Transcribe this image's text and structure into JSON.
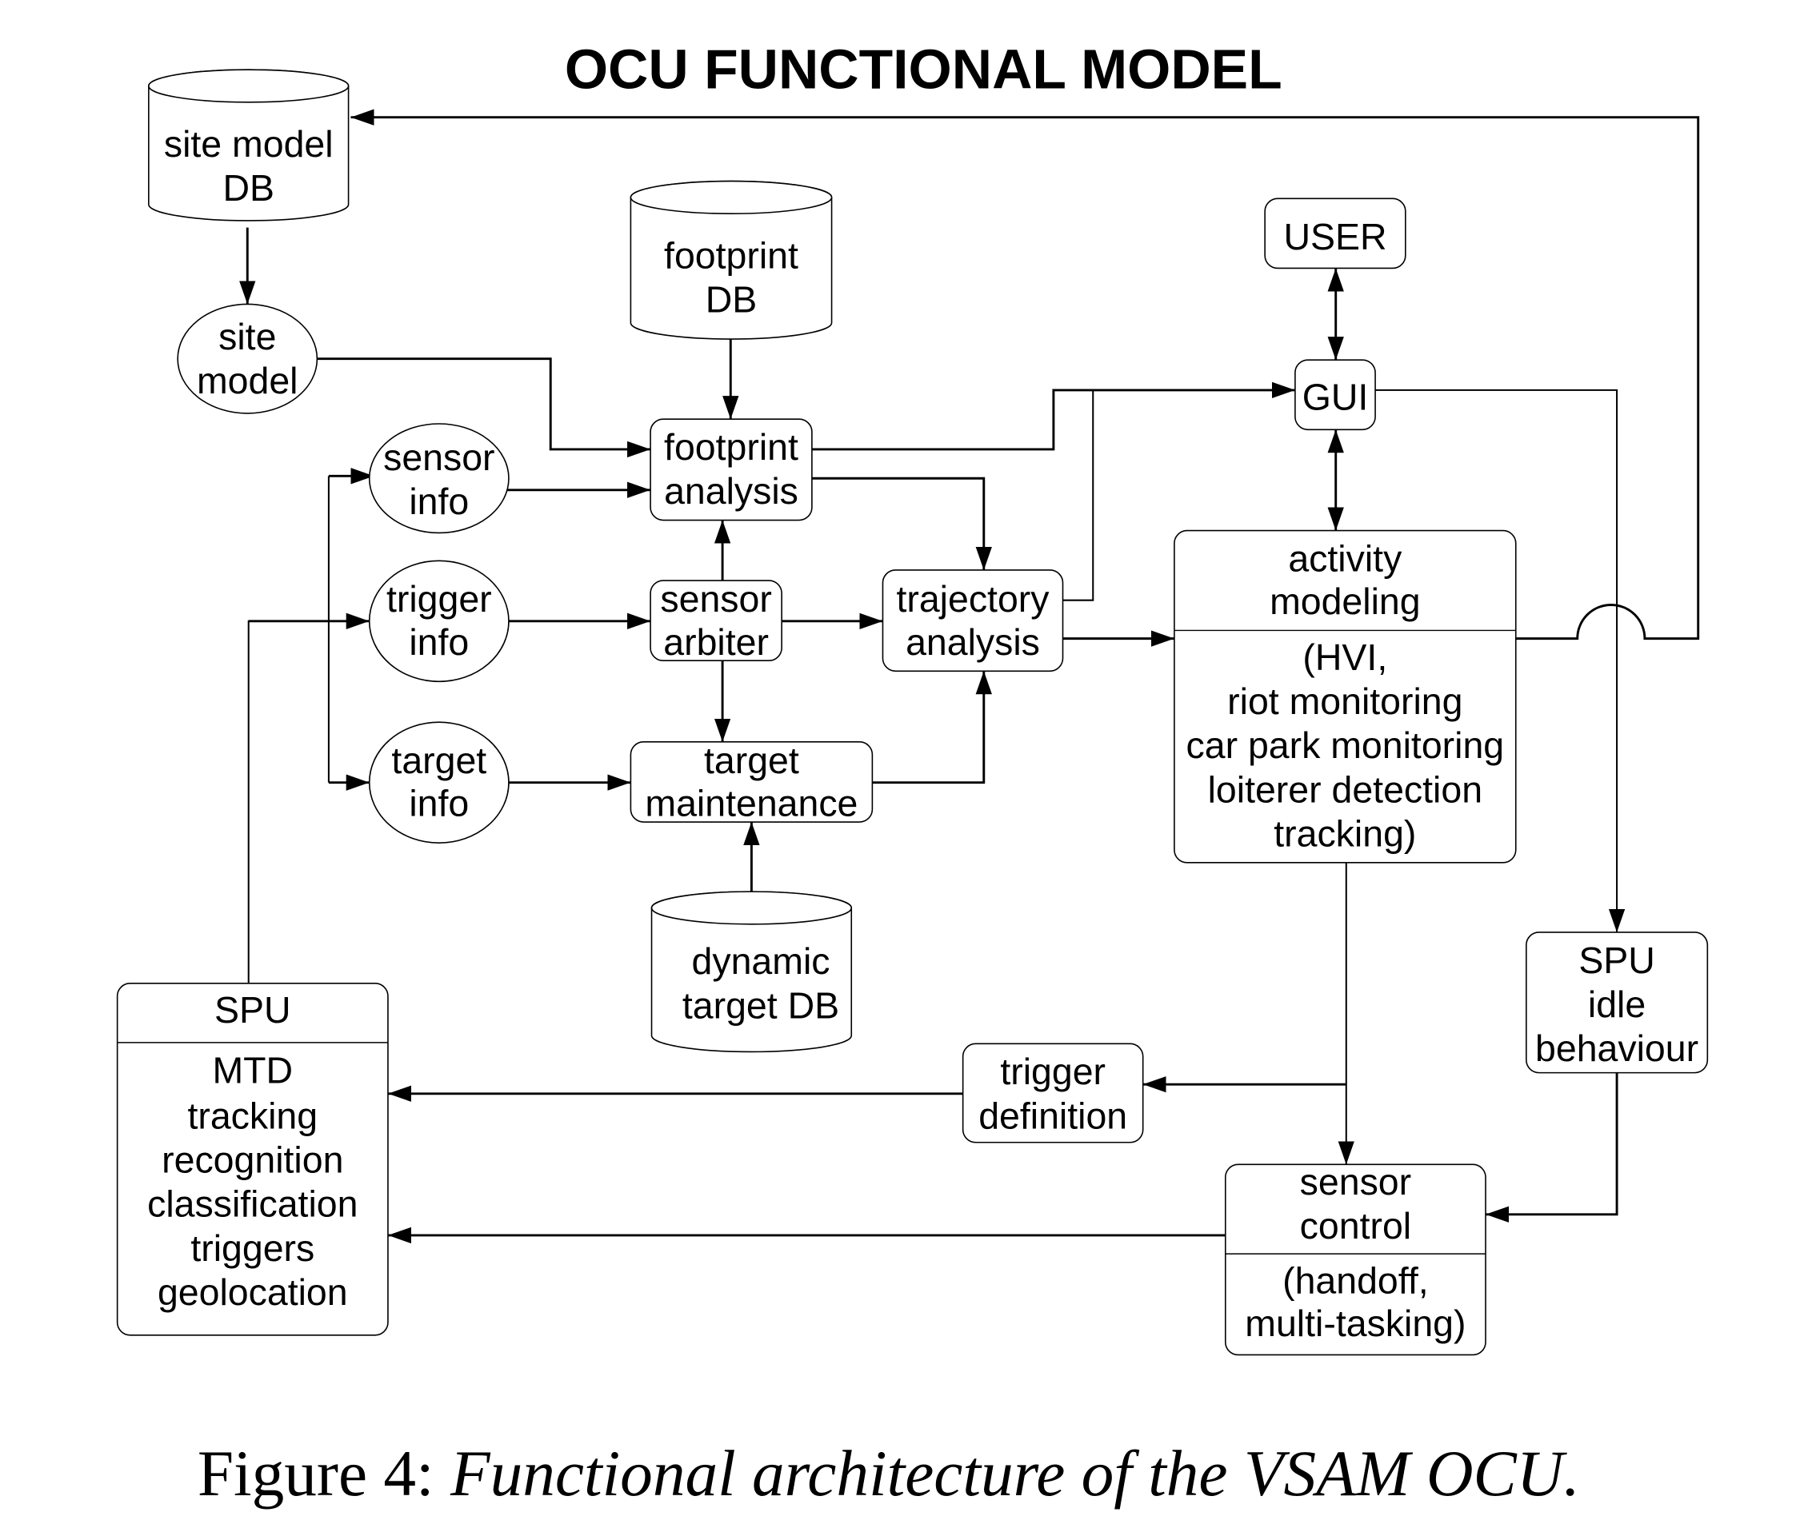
{
  "title": "OCU FUNCTIONAL MODEL",
  "caption": {
    "prefix": "Figure 4: ",
    "text": "Functional architecture of the VSAM OCU."
  },
  "nodes": {
    "site_model_db": {
      "type": "database",
      "lines": [
        "site model",
        "DB"
      ]
    },
    "footprint_db": {
      "type": "database",
      "lines": [
        "footprint",
        "DB"
      ]
    },
    "dynamic_target_db": {
      "type": "database",
      "lines": [
        "dynamic",
        "target DB"
      ]
    },
    "site_model": {
      "type": "ellipse",
      "lines": [
        "site",
        "model"
      ]
    },
    "sensor_info": {
      "type": "ellipse",
      "lines": [
        "sensor",
        "info"
      ]
    },
    "trigger_info": {
      "type": "ellipse",
      "lines": [
        "trigger",
        "info"
      ]
    },
    "target_info": {
      "type": "ellipse",
      "lines": [
        "target",
        "info"
      ]
    },
    "footprint_analysis": {
      "type": "process",
      "lines": [
        "footprint",
        "analysis"
      ]
    },
    "sensor_arbiter": {
      "type": "process",
      "lines": [
        "sensor",
        "arbiter"
      ]
    },
    "trajectory_analysis": {
      "type": "process",
      "lines": [
        "trajectory",
        "analysis"
      ]
    },
    "target_maintenance": {
      "type": "process",
      "lines": [
        "target",
        "maintenance"
      ]
    },
    "user": {
      "type": "process",
      "lines": [
        "USER"
      ]
    },
    "gui": {
      "type": "process",
      "lines": [
        "GUI"
      ]
    },
    "activity_modeling": {
      "type": "compartment",
      "header": [
        "activity",
        "modeling"
      ],
      "body": [
        "(HVI,",
        "riot monitoring",
        "car park monitoring",
        "loiterer detection",
        "tracking)"
      ]
    },
    "spu": {
      "type": "compartment",
      "header": [
        "SPU"
      ],
      "body": [
        "MTD",
        "tracking",
        "recognition",
        "classification",
        "triggers",
        "geolocation"
      ]
    },
    "spu_idle_behaviour": {
      "type": "process",
      "lines": [
        "SPU",
        "idle",
        "behaviour"
      ]
    },
    "trigger_definition": {
      "type": "process",
      "lines": [
        "trigger",
        "definition"
      ]
    },
    "sensor_control": {
      "type": "compartment",
      "header": [
        "sensor",
        "control"
      ],
      "body": [
        "(handoff,",
        "multi-tasking)"
      ]
    }
  },
  "edges": [
    {
      "from": "activity_modeling",
      "to": "site_model_db"
    },
    {
      "from": "site_model_db",
      "to": "site_model"
    },
    {
      "from": "site_model",
      "to": "footprint_analysis"
    },
    {
      "from": "footprint_db",
      "to": "footprint_analysis"
    },
    {
      "from": "sensor_info",
      "to": "footprint_analysis"
    },
    {
      "from": "sensor_arbiter",
      "to": "footprint_analysis"
    },
    {
      "from": "footprint_analysis",
      "to": "gui"
    },
    {
      "from": "footprint_analysis",
      "to": "trajectory_analysis"
    },
    {
      "from": "spu",
      "to": "sensor_info"
    },
    {
      "from": "spu",
      "to": "trigger_info"
    },
    {
      "from": "spu",
      "to": "target_info"
    },
    {
      "from": "trigger_info",
      "to": "sensor_arbiter"
    },
    {
      "from": "sensor_arbiter",
      "to": "trajectory_analysis"
    },
    {
      "from": "sensor_arbiter",
      "to": "target_maintenance"
    },
    {
      "from": "target_info",
      "to": "target_maintenance"
    },
    {
      "from": "dynamic_target_db",
      "to": "target_maintenance"
    },
    {
      "from": "target_maintenance",
      "to": "trajectory_analysis"
    },
    {
      "from": "trajectory_analysis",
      "to": "gui"
    },
    {
      "from": "trajectory_analysis",
      "to": "activity_modeling"
    },
    {
      "from": "user",
      "to": "gui",
      "bidirectional": true
    },
    {
      "from": "gui",
      "to": "activity_modeling",
      "bidirectional": true
    },
    {
      "from": "gui",
      "to": "spu_idle_behaviour"
    },
    {
      "from": "activity_modeling",
      "to": "trigger_definition"
    },
    {
      "from": "activity_modeling",
      "to": "sensor_control"
    },
    {
      "from": "trigger_definition",
      "to": "spu"
    },
    {
      "from": "sensor_control",
      "to": "spu"
    },
    {
      "from": "spu_idle_behaviour",
      "to": "sensor_control"
    }
  ]
}
